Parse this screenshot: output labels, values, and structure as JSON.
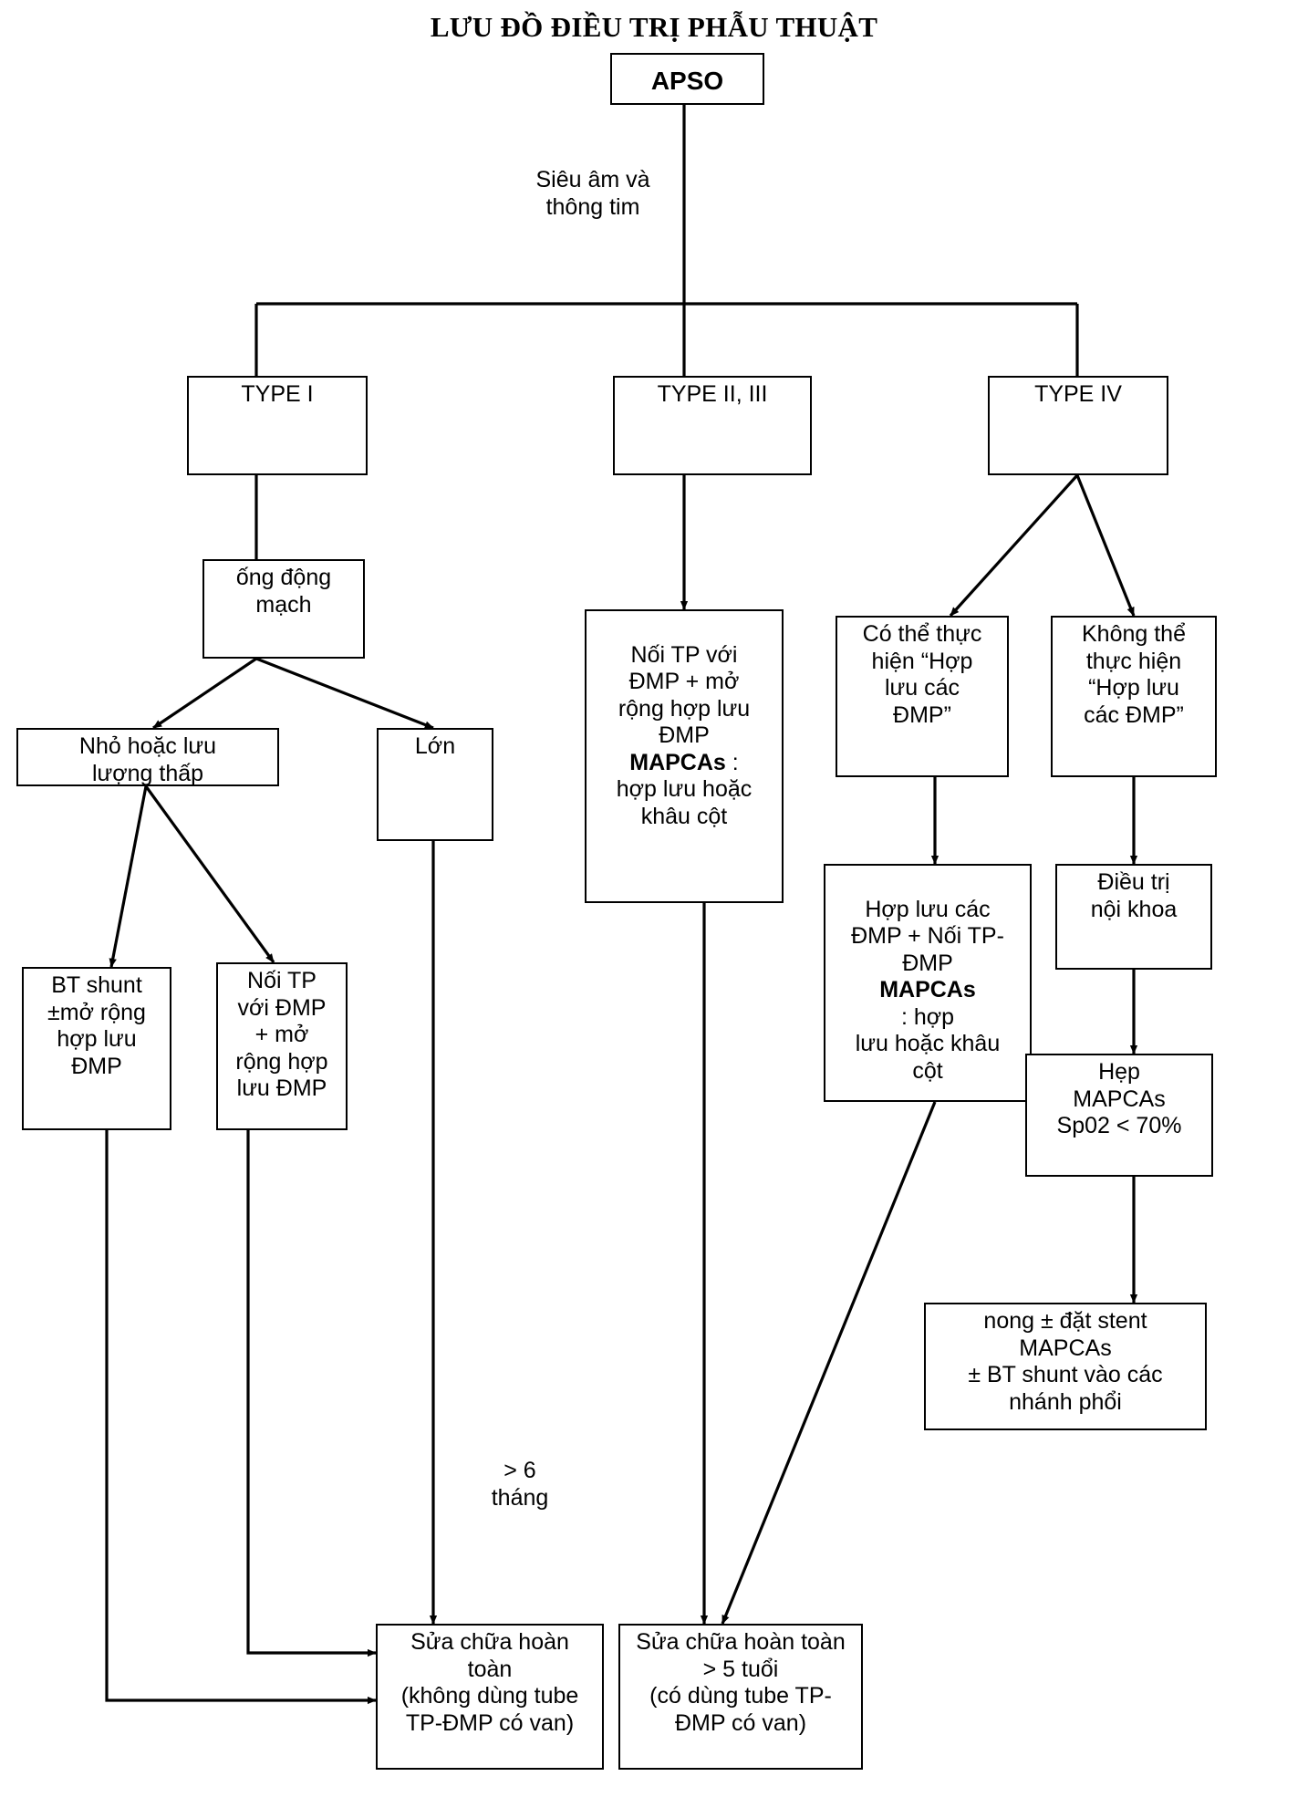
{
  "title": "LƯU ĐỒ ĐIỀU TRỊ PHẪU THUẬT",
  "colors": {
    "stroke": "#000000",
    "fill": "#ffffff",
    "text": "#000000"
  },
  "nodes": {
    "apso": "APSO",
    "type1": "TYPE I",
    "type23": "TYPE II, III",
    "type4": "TYPE IV",
    "ongdongmach": "ống động\nmạch",
    "nho": "Nhỏ hoặc lưu\nlượng thấp",
    "lon": "Lớn",
    "noi_tp_dmp_mid_a": "Nối TP với\nĐMP + mở\nrộng hợp lưu\nĐMP",
    "noi_tp_dmp_mid_bold": "MAPCAs",
    "noi_tp_dmp_mid_b": " : ",
    "noi_tp_dmp_mid_c": "hợp lưu hoặc\nkhâu cột",
    "cothe": "Có thể thực\nhiện “Hợp\nlưu các\nĐMP”",
    "khongthe": "Không thể\nthực hiện\n“Hợp lưu\ncác ĐMP”",
    "hopluu_a": "Hợp lưu các\nĐMP + Nối TP-\nĐMP",
    "hopluu_bold": "MAPCAs",
    "hopluu_b": " : hợp\nlưu hoặc khâu\ncột",
    "dieutri": "Điều trị\nnội khoa",
    "hep": "Hẹp\nMAPCAs\nSp02 < 70%",
    "btshunt": "BT shunt\n±mở rộng\nhợp lưu\nĐMP",
    "noitp_left": "Nối TP\nvới ĐMP\n+ mở\nrộng hợp\nlưu ĐMP",
    "nong": "nong ±  đặt stent\nMAPCAs\n± BT shunt vào các\nnhánh phổi",
    "sua_left": "Sửa chữa hoàn\ntoàn\n(không dùng tube\nTP-ĐMP có van)",
    "sua_right": "Sửa chữa hoàn toàn\n> 5 tuổi\n(có dùng tube TP-\nĐMP có van)"
  },
  "edge_labels": {
    "sieuam": "Siêu âm và\nthông tim",
    "thang6": "> 6\ntháng"
  }
}
